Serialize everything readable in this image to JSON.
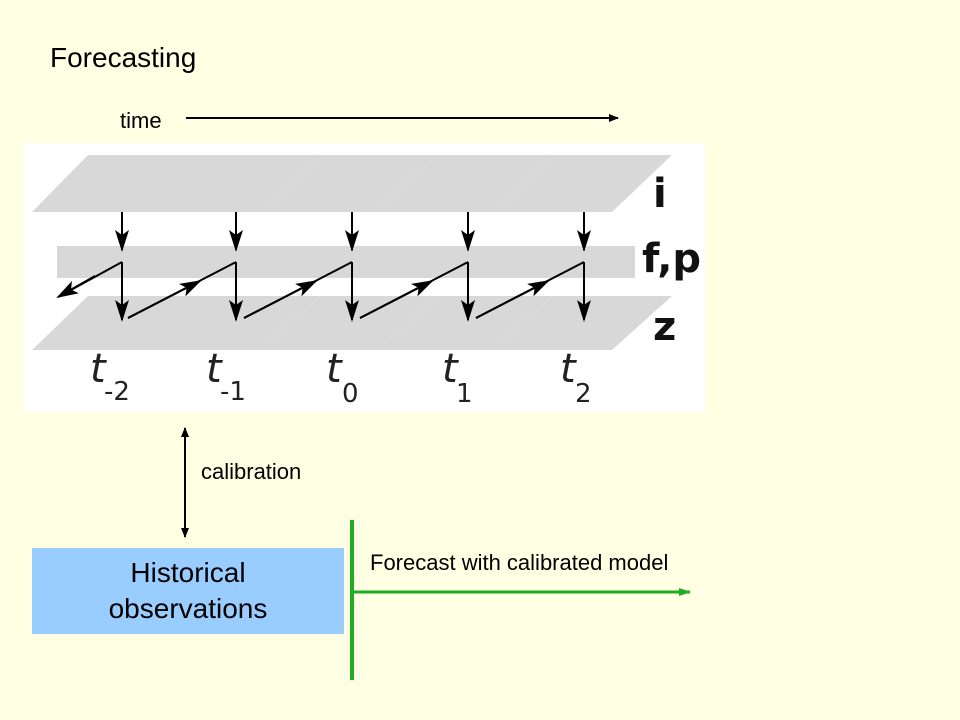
{
  "title": "Forecasting",
  "time_label": "time",
  "calibration_label": "calibration",
  "forecast_label": "Forecast with calibrated model",
  "historical": {
    "line1": "Historical",
    "line2": "observations"
  },
  "layers": {
    "top": "i",
    "middle": "f,p",
    "bottom": "z"
  },
  "timesteps": [
    {
      "main": "t",
      "sub": "-2"
    },
    {
      "main": "t",
      "sub": "-1"
    },
    {
      "main": "t",
      "sub": "0"
    },
    {
      "main": "t",
      "sub": "1"
    },
    {
      "main": "t",
      "sub": "2"
    }
  ],
  "colors": {
    "background": "#ffffe3",
    "box": "#99ccff",
    "forecast_line": "#22aa22",
    "panel_bg": "#ffffff",
    "layer_gray": "#d8d8d8"
  }
}
